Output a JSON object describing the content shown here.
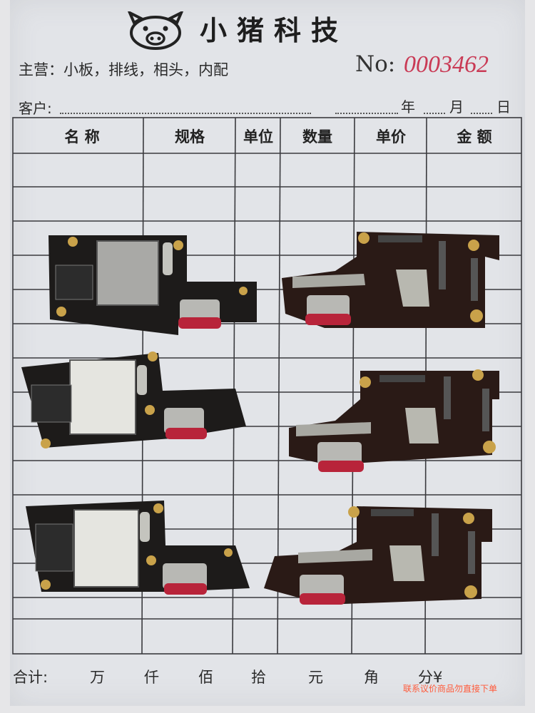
{
  "header": {
    "company": "小猪科技",
    "main_business": "主营：小板，排线，相头，内配",
    "no_label": "No:",
    "serial_number": "0003462",
    "customer_label": "客户:",
    "year_label": "年",
    "month_label": "月",
    "day_label": "日"
  },
  "table": {
    "columns": [
      "名 称",
      "规格",
      "单位",
      "数量",
      "单价",
      "金 额"
    ]
  },
  "footer": {
    "total_label": "合计:",
    "units": [
      "万",
      "仟",
      "佰",
      "拾",
      "元",
      "角",
      "分¥"
    ]
  },
  "watermark": "联系议价商品勿直接下单",
  "photo": {
    "subject": "charging-port-boards",
    "rows": 3,
    "colors": {
      "pcb": "#1d1b1a",
      "usb_red": "#b8243a",
      "gold": "#c9a24a",
      "shield": "#b8b8b0"
    }
  }
}
